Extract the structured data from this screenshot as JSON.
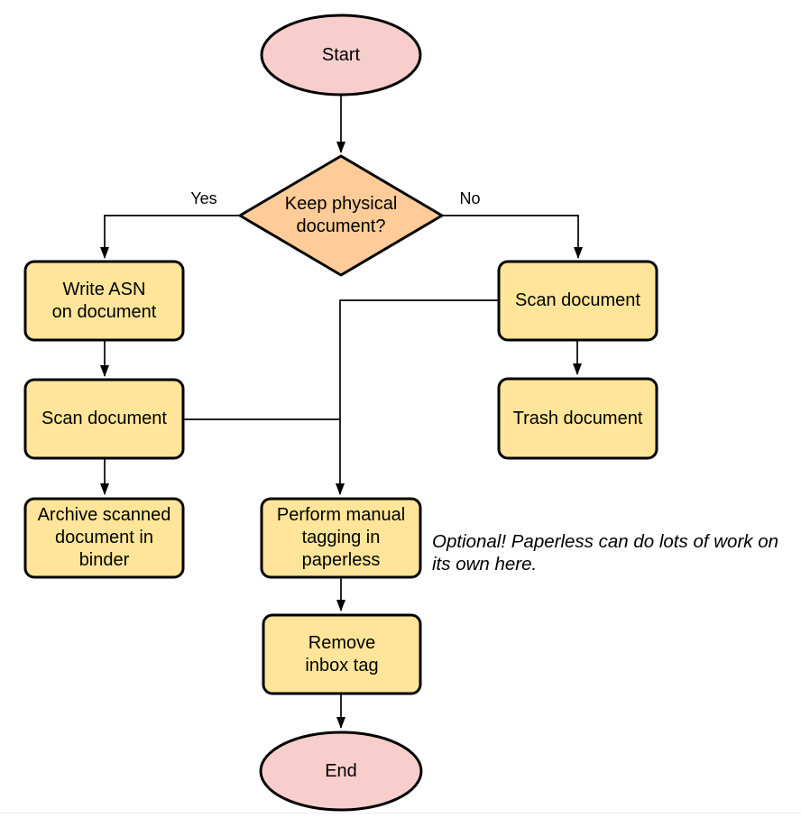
{
  "colors": {
    "terminal_fill": "#F8CECC",
    "decision_fill": "#FFCC99",
    "process_fill": "#FFE599",
    "stroke": "#000000"
  },
  "nodes": {
    "start": {
      "label": "Start"
    },
    "decision": {
      "label": "Keep physical\ndocument?"
    },
    "write_asn": {
      "label": "Write ASN\non document"
    },
    "scan_left": {
      "label": "Scan document"
    },
    "archive": {
      "label": "Archive scanned\ndocument in\nbinder"
    },
    "scan_right": {
      "label": "Scan document"
    },
    "trash": {
      "label": "Trash document"
    },
    "tagging": {
      "label": "Perform manual\ntagging in\npaperless"
    },
    "remove_tag": {
      "label": "Remove\ninbox tag"
    },
    "end": {
      "label": "End"
    }
  },
  "edges": {
    "yes_label": "Yes",
    "no_label": "No"
  },
  "annotation": {
    "text": "Optional! Paperless can do lots of work on\nits own here."
  }
}
